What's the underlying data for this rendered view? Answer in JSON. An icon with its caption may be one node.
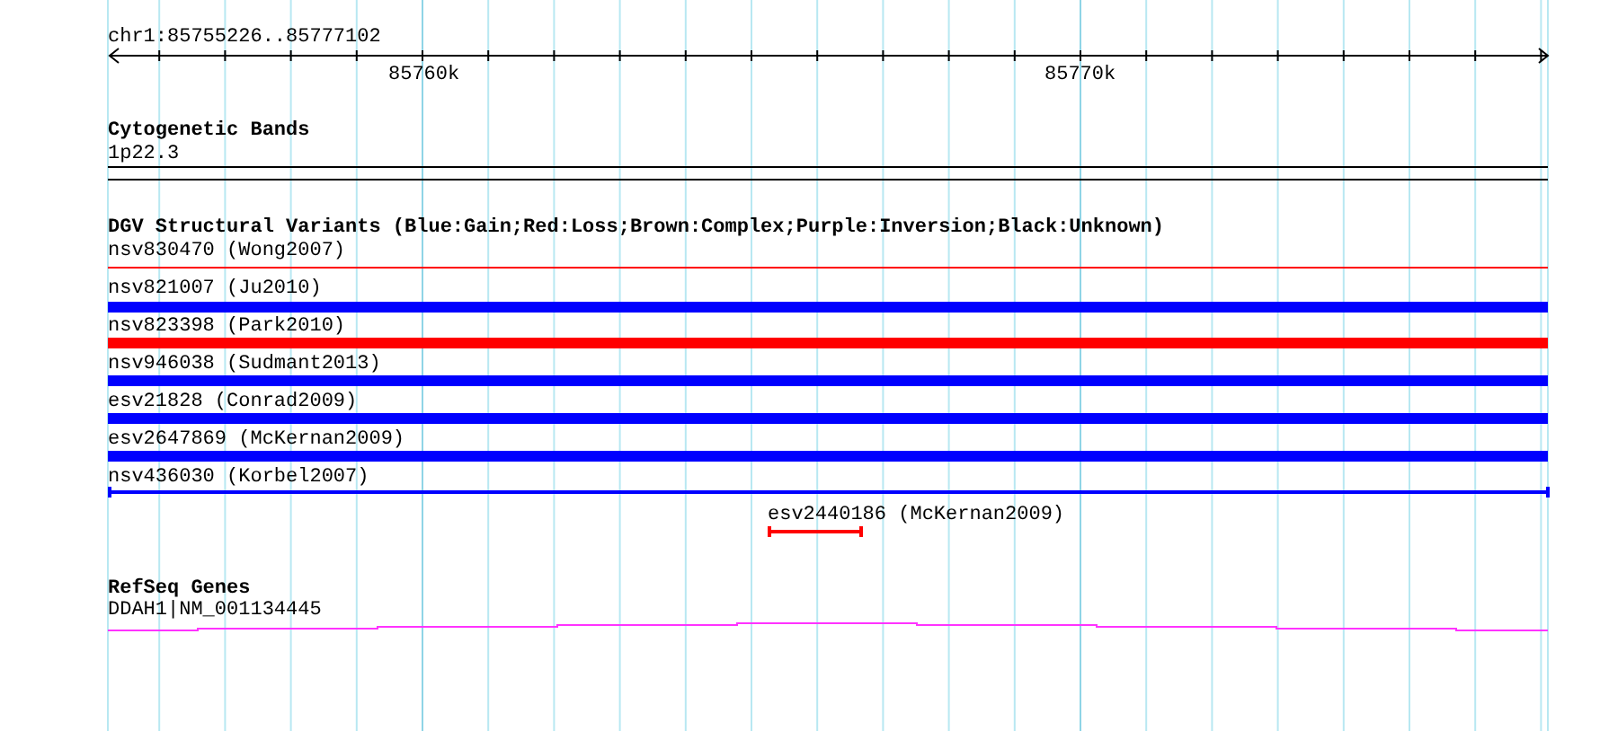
{
  "diagram": {
    "labels": [
      "chr1:85755226..85777102",
      "85760k",
      "85770k",
      "Cytogenetic Bands",
      "1p22.3",
      "DGV Structural Variants (Blue:Gain;Red:Loss;Brown:Complex;Purple:Inversion;Black:Unknown)",
      "nsv830470 (Wong2007)",
      "nsv821007 (Ju2010)",
      "nsv823398 (Park2010)",
      "nsv946038 (Sudmant2013)",
      "esv21828 (Conrad2009)",
      "esv2647869 (McKernan2009)",
      "nsv436030 (Korbel2007)",
      "esv2440186 (McKernan2009)",
      "RefSeq Genes",
      "DDAH1|NM_001134445"
    ]
  }
}
